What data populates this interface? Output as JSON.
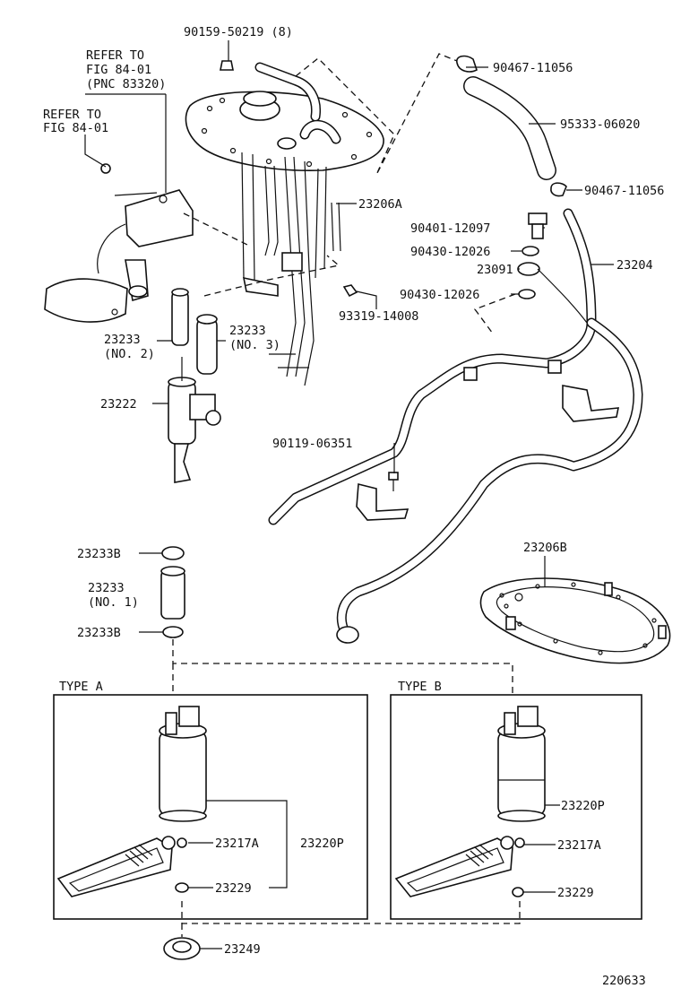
{
  "refer_note_1": {
    "line1": "REFER TO",
    "line2": "FIG 84-01",
    "line3": "(PNC 83320)"
  },
  "refer_note_2": {
    "line1": "REFER TO",
    "line2": "FIG 84-01"
  },
  "labels": {
    "p90159": "90159-50219 (8)",
    "p90467a": "90467-11056",
    "p95333": "95333-06020",
    "p90467b": "90467-11056",
    "p23206A": "23206A",
    "p90401": "90401-12097",
    "p90430a": "90430-12026",
    "p23091": "23091",
    "p23204": "23204",
    "p90430b": "90430-12026",
    "p93319": "93319-14008",
    "p23233_no2": "23233",
    "p23233_no2_sub": "(NO. 2)",
    "p23233_no3": "23233",
    "p23233_no3_sub": "(NO. 3)",
    "p23222": "23222",
    "p90119": "90119-06351",
    "p23233B_top": "23233B",
    "p23233_no1": "23233",
    "p23233_no1_sub": "(NO. 1)",
    "p23233B_bot": "23233B",
    "p23206B": "23206B",
    "a_23217A": "23217A",
    "a_23220P": "23220P",
    "a_23229": "23229",
    "b_23220P": "23220P",
    "b_23217A": "23217A",
    "b_23229": "23229",
    "p23249": "23249"
  },
  "type_a": "TYPE  A",
  "type_b": "TYPE  B",
  "figure_number": "220633"
}
